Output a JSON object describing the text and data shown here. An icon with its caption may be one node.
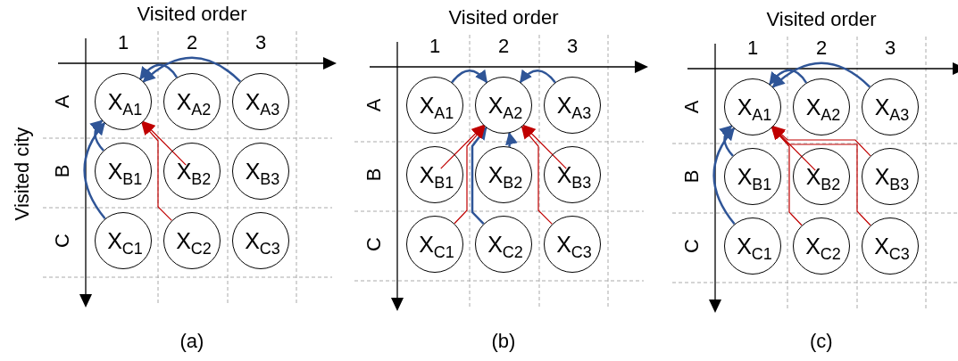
{
  "diagram": {
    "nodes": [
      {
        "text": [
          "X$_{A1}$"
        ]
      },
      {
        "text": [
          "X$_{A2}$"
        ]
      },
      {
        "text": [
          "X$_{A3}$"
        ]
      },
      {
        "text": [
          "X$_{B1}$"
        ]
      },
      {
        "text": [
          "X$_{B2}$"
        ]
      },
      {
        "text": [
          "X$_{B3}$"
        ]
      },
      {
        "text": [
          "X$_{C1}$"
        ]
      },
      {
        "text": [
          "X$_{C2}$"
        ]
      },
      {
        "text": [
          "X$_{C3}$"
        ]
      },
      {
        "text": [
          "X$_{A1}$"
        ]
      },
      {
        "text": [
          "X$_{A2}$"
        ]
      },
      {
        "text": [
          "X$_{A3}$"
        ]
      },
      {
        "text": [
          "X$_{B1}$"
        ]
      },
      {
        "text": [
          "X$_{B2}$"
        ]
      },
      {
        "text": [
          "X$_{B3}$"
        ]
      },
      {
        "text": [
          "X$_{C1}$"
        ]
      },
      {
        "text": [
          "X$_{C2}$"
        ]
      },
      {
        "text": [
          "X$_{C3}$"
        ]
      },
      {
        "text": [
          "X$_{A1}$"
        ]
      },
      {
        "text": [
          "X$_{A2}$"
        ]
      },
      {
        "text": [
          "X$_{A3}$"
        ]
      },
      {
        "text": [
          "X$_{B1}$"
        ]
      },
      {
        "text": [
          "X$_{B2}$"
        ]
      },
      {
        "text": [
          "X$_{B3}$"
        ]
      },
      {
        "text": [
          "X$_{C1}$"
        ]
      },
      {
        "text": [
          "X$_{C2}$"
        ]
      },
      {
        "text": [
          "X$_{C3}$"
        ]
      }
    ],
    "edges": [
      {
        "from": 1,
        "to": 0,
        "arrow": "to"
      },
      {
        "from": 2,
        "to": 0,
        "arrow": "to"
      },
      {
        "from": 3,
        "to": 0,
        "arrow": "to"
      },
      {
        "from": 6,
        "to": 0,
        "arrow": "to"
      },
      {
        "from": 4,
        "to": 0,
        "arrow": "to",
        "color": "#c00000"
      },
      {
        "from": 7,
        "to": 0,
        "arrow": "to",
        "color": "#c00000"
      },
      {
        "from": 9,
        "to": 10,
        "arrow": "to"
      },
      {
        "from": 11,
        "to": 10,
        "arrow": "to"
      },
      {
        "from": 13,
        "to": 10,
        "arrow": "to"
      },
      {
        "from": 16,
        "to": 10,
        "arrow": "to"
      },
      {
        "from": 12,
        "to": 10,
        "arrow": "to",
        "color": "#c00000"
      },
      {
        "from": 15,
        "to": 10,
        "arrow": "to",
        "color": "#c00000"
      },
      {
        "from": 14,
        "to": 10,
        "arrow": "to",
        "color": "#c00000"
      },
      {
        "from": 17,
        "to": 10,
        "arrow": "to",
        "color": "#c00000"
      },
      {
        "from": 19,
        "to": 18,
        "arrow": "to"
      },
      {
        "from": 20,
        "to": 18,
        "arrow": "to"
      },
      {
        "from": 21,
        "to": 18,
        "arrow": "to"
      },
      {
        "from": 24,
        "to": 18,
        "arrow": "to"
      },
      {
        "from": 22,
        "to": 18,
        "arrow": "to",
        "color": "#c00000"
      },
      {
        "from": 23,
        "to": 18,
        "arrow": "to",
        "color": "#c00000"
      },
      {
        "from": 25,
        "to": 18,
        "arrow": "to",
        "color": "#c00000"
      },
      {
        "from": 26,
        "to": 18,
        "arrow": "to",
        "color": "#c00000"
      }
    ],
    "labels": [
      "Visited order",
      "1",
      "2",
      "3",
      "Visited city",
      "A",
      "B",
      "C",
      "(a)",
      "Visited order",
      "1",
      "2",
      "3",
      "A",
      "B",
      "C",
      "(b)",
      "Visited order",
      "1",
      "2",
      "3",
      "A",
      "B",
      "C",
      "(c)"
    ]
  }
}
